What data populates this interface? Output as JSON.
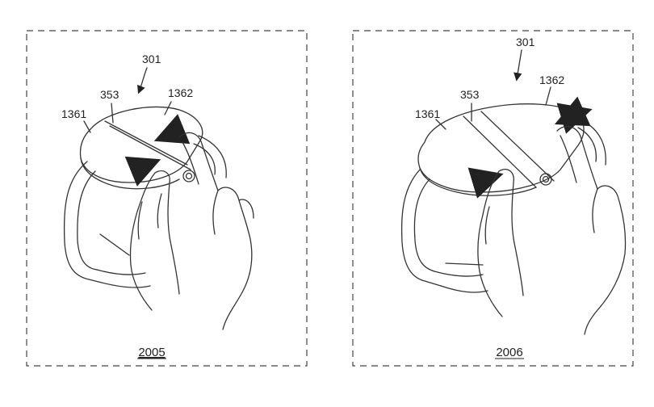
{
  "panels": [
    {
      "figure_label": "2005",
      "ref_device": "301",
      "ref_seam": "353",
      "ref_left_part": "1361",
      "ref_right_part": "1362"
    },
    {
      "figure_label": "2006",
      "ref_device": "301",
      "ref_seam": "353",
      "ref_left_part": "1361",
      "ref_right_part": "1362"
    }
  ]
}
